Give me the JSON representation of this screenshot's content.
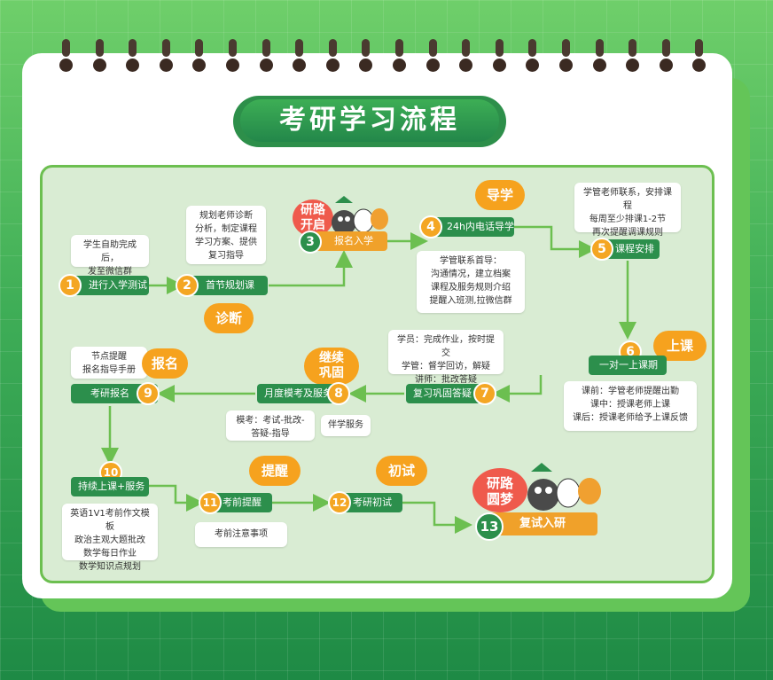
{
  "title": "考研学习流程",
  "steps": [
    {
      "n": "1",
      "label": "进行入学测试",
      "note": "学生自助完成后，\n发至微信群"
    },
    {
      "n": "2",
      "label": "首节规划课",
      "note": "规划老师诊断\n分析，制定课程\n学习方案、提供\n复习指导",
      "tag": "诊断"
    },
    {
      "n": "3",
      "label": "报名入学",
      "tag": "研路\n开启"
    },
    {
      "n": "4",
      "label": "24h内电话导学",
      "note": "学管联系首导：\n沟通情况，建立档案\n课程及服务规则介绍\n提醒入班测,拉微信群",
      "tag": "导学"
    },
    {
      "n": "5",
      "label": "课程安排",
      "note": "学管老师联系，安排课程\n每周至少排课1-2节\n再次提醒调课规则"
    },
    {
      "n": "6",
      "label": "一对一上课期",
      "note": "课前：学管老师提醒出勤\n课中：授课老师上课\n课后：授课老师给予上课反馈",
      "tag": "上课"
    },
    {
      "n": "7",
      "label": "复习巩固答疑",
      "note": "学员：完成作业，按时提交\n学管：督学回访，解疑\n讲师：批改答疑"
    },
    {
      "n": "8",
      "label": "月度模考及服务",
      "note": "模考：考试-批改-\n答疑-指导",
      "note2": "伴学服务",
      "tag": "继续\n巩固"
    },
    {
      "n": "9",
      "label": "考研报名",
      "note": "节点提醒\n报名指导手册",
      "tag": "报名"
    },
    {
      "n": "10",
      "label": "持续上课+服务",
      "note": "英语1V1考前作文模板\n政治主观大题批改\n数学每日作业\n数学知识点规划"
    },
    {
      "n": "11",
      "label": "考前提醒",
      "note": "考前注意事项",
      "tag": "提醒"
    },
    {
      "n": "12",
      "label": "考研初试",
      "tag": "初试"
    },
    {
      "n": "13",
      "label": "复试入研",
      "tag": "研路\n圆梦"
    }
  ],
  "colors": {
    "green": "#2c8f4c",
    "orange": "#f4a623",
    "red": "#ef5a4c",
    "board": "#d9ecd3"
  }
}
